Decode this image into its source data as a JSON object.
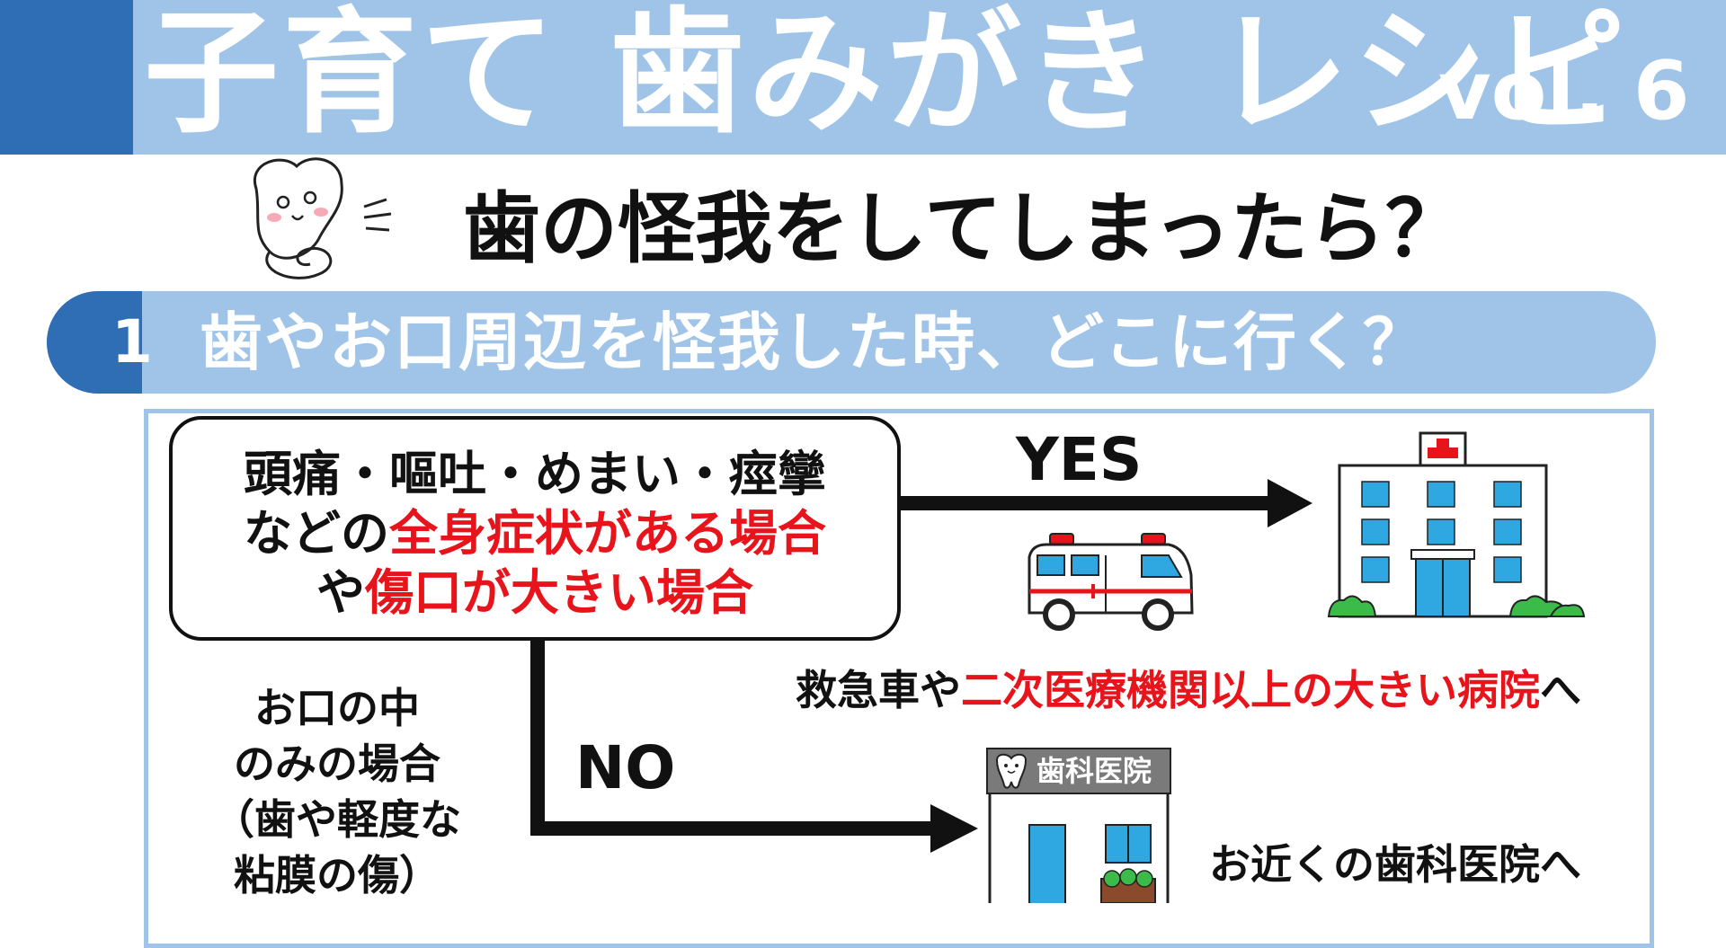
{
  "header": {
    "title": "子育て 歯みがき レシピ",
    "vol": "vol. 6"
  },
  "subtitle": "歯の怪我をしてしまったら？",
  "section": {
    "number": "1",
    "title": "歯やお口周辺を怪我した時、どこに行く？"
  },
  "condition": {
    "line1": "頭痛・嘔吐・めまい・痙攣",
    "line2_prefix": "などの",
    "line2_highlight": "全身症状がある場合",
    "line3_prefix": "や",
    "line3_highlight": "傷口が大きい場合"
  },
  "yes_branch": {
    "label": "YES",
    "dest_prefix": "救急車や",
    "dest_highlight": "二次医療機関以上の大きい病院",
    "dest_suffix": "へ"
  },
  "no_branch": {
    "label": "NO",
    "side_lines": [
      "お口の中",
      "のみの場合",
      "（歯や軽度な",
      "粘膜の傷）"
    ],
    "clinic_sign": "歯科医院",
    "dest": "お近くの歯科医院へ"
  },
  "colors": {
    "header_blue": "#9fc4e8",
    "accent_blue": "#2f6db5",
    "highlight_red": "#e8141c",
    "window_blue": "#2fa7e0",
    "hospital_cross": "#e8141c",
    "bush_green": "#3dbb4a"
  }
}
